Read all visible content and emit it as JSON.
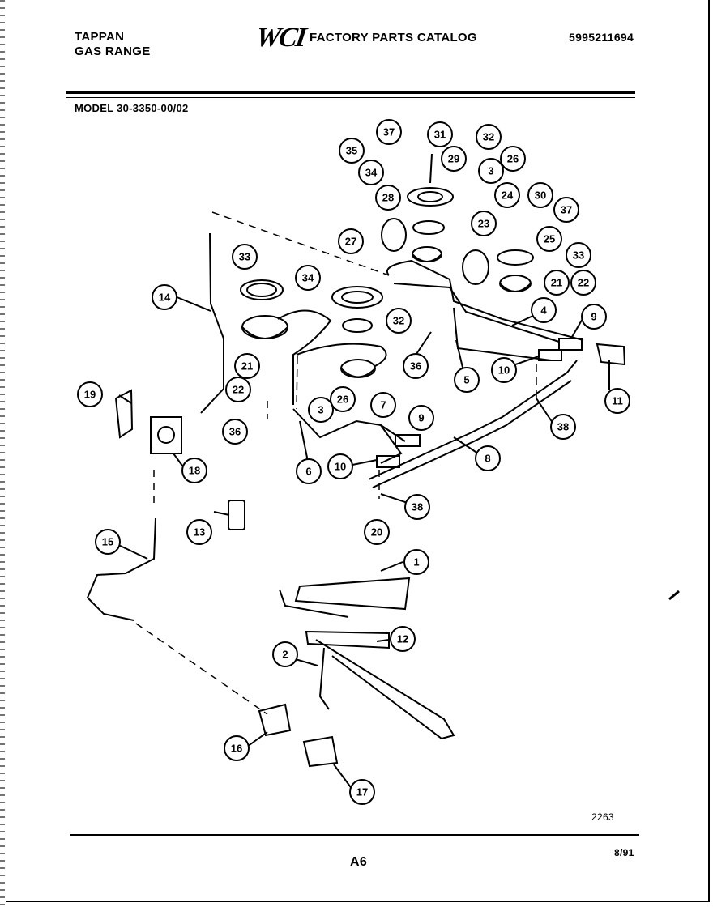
{
  "header": {
    "brand": "TAPPAN",
    "product": "GAS RANGE",
    "logo": "WCI",
    "catalog_title": "FACTORY PARTS CATALOG",
    "catalog_number": "5995211694",
    "model": "MODEL 30-3350-00/02"
  },
  "footer": {
    "drawing_number": "2263",
    "page": "A6",
    "date": "8/91"
  },
  "callouts": [
    "37",
    "31",
    "32",
    "35",
    "29",
    "26",
    "34",
    "3",
    "28",
    "24",
    "30",
    "37",
    "23",
    "25",
    "27",
    "33",
    "33",
    "34",
    "21",
    "22",
    "14",
    "4",
    "9",
    "32",
    "36",
    "21",
    "5",
    "10",
    "11",
    "22",
    "26",
    "19",
    "7",
    "3",
    "9",
    "38",
    "36",
    "18",
    "6",
    "10",
    "8",
    "38",
    "13",
    "20",
    "15",
    "1",
    "12",
    "2",
    "16",
    "17"
  ]
}
